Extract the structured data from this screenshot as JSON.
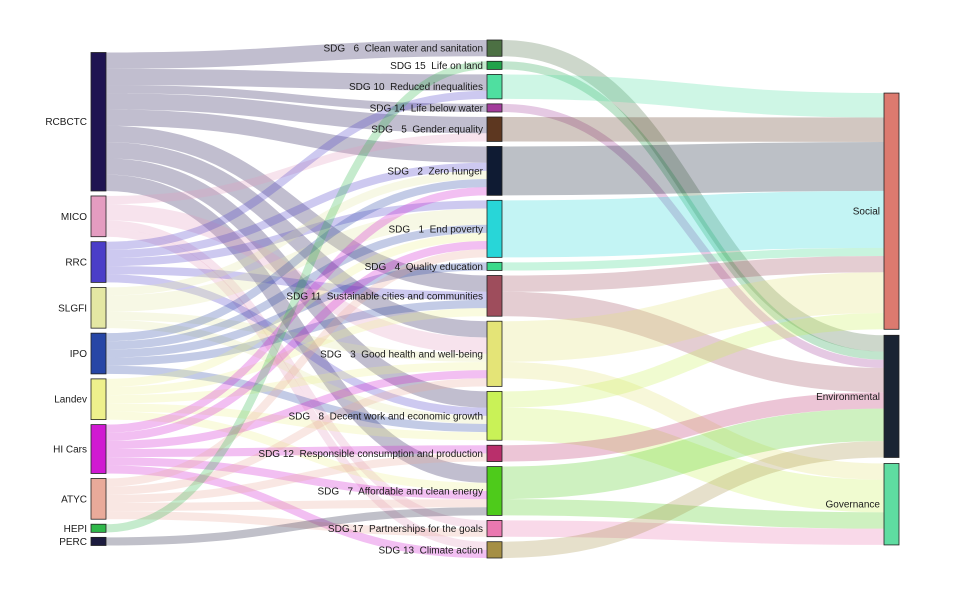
{
  "chart_data": {
    "type": "sankey",
    "title": "",
    "columns": [
      [
        "RCBCTC",
        "MICO",
        "RRC",
        "SLGFI",
        "IPO",
        "Landev",
        "HI Cars",
        "ATYC",
        "HEPI",
        "PERC"
      ],
      [
        "SDG 6",
        "SDG 15",
        "SDG 10",
        "SDG 14",
        "SDG 5",
        "SDG 2",
        "SDG 1",
        "SDG 4",
        "SDG 11",
        "SDG 3",
        "SDG 8",
        "SDG 12",
        "SDG 7",
        "SDG 17",
        "SDG 13"
      ],
      [
        "Social",
        "Environmental",
        "Governance"
      ]
    ],
    "nodes": [
      {
        "id": "RCBCTC",
        "label": "RCBCTC",
        "color": "#1f1451"
      },
      {
        "id": "MICO",
        "label": "MICO",
        "color": "#e49cc0"
      },
      {
        "id": "RRC",
        "label": "RRC",
        "color": "#4b3ec8"
      },
      {
        "id": "SLGFI",
        "label": "SLGFI",
        "color": "#e4e7a3"
      },
      {
        "id": "IPO",
        "label": "IPO",
        "color": "#2746a6"
      },
      {
        "id": "Landev",
        "label": "Landev",
        "color": "#eef08c"
      },
      {
        "id": "HI Cars",
        "label": "HI Cars",
        "color": "#d019d2"
      },
      {
        "id": "ATYC",
        "label": "ATYC",
        "color": "#e9aa9a"
      },
      {
        "id": "HEPI",
        "label": "HEPI",
        "color": "#2fb84a"
      },
      {
        "id": "PERC",
        "label": "PERC",
        "color": "#1c1b3e"
      },
      {
        "id": "SDG 6",
        "label": "SDG   6  Clean water and sanitation",
        "color": "#4c7043"
      },
      {
        "id": "SDG 15",
        "label": "SDG 15  Life on land",
        "color": "#22a24a"
      },
      {
        "id": "SDG 10",
        "label": "SDG 10  Reduced inequalities",
        "color": "#4fdfa0"
      },
      {
        "id": "SDG 14",
        "label": "SDG 14  Life below water",
        "color": "#a23c9b"
      },
      {
        "id": "SDG 5",
        "label": "SDG   5  Gender equality",
        "color": "#5d3720"
      },
      {
        "id": "SDG 2",
        "label": "SDG   2  Zero hunger",
        "color": "#0f1b33"
      },
      {
        "id": "SDG 1",
        "label": "SDG   1  End poverty",
        "color": "#28d6d8"
      },
      {
        "id": "SDG 4",
        "label": "SDG   4  Quality education",
        "color": "#3ad98a"
      },
      {
        "id": "SDG 11",
        "label": "SDG 11  Sustainable cities and communities",
        "color": "#9e4d5c"
      },
      {
        "id": "SDG 3",
        "label": "SDG   3  Good health and well-being",
        "color": "#e4e477"
      },
      {
        "id": "SDG 8",
        "label": "SDG   8  Decent work and economic growth",
        "color": "#c9f257"
      },
      {
        "id": "SDG 12",
        "label": "SDG 12  Responsible consumption and production",
        "color": "#b92f6b"
      },
      {
        "id": "SDG 7",
        "label": "SDG   7  Affordable and clean energy",
        "color": "#4ecb1b"
      },
      {
        "id": "SDG 17",
        "label": "SDG 17  Partnerships for the goals",
        "color": "#ea78b0"
      },
      {
        "id": "SDG 13",
        "label": "SDG 13  Climate action",
        "color": "#a58f45"
      },
      {
        "id": "Social",
        "label": "Social",
        "color": "#dc7a6f"
      },
      {
        "id": "Environmental",
        "label": "Environmental",
        "color": "#1a2433"
      },
      {
        "id": "Governance",
        "label": "Governance",
        "color": "#5fdca1"
      }
    ],
    "links": [
      {
        "source": "RCBCTC",
        "target": "SDG 6",
        "value": 2
      },
      {
        "source": "RCBCTC",
        "target": "SDG 10",
        "value": 2
      },
      {
        "source": "RCBCTC",
        "target": "SDG 14",
        "value": 1
      },
      {
        "source": "RCBCTC",
        "target": "SDG 5",
        "value": 2
      },
      {
        "source": "RCBCTC",
        "target": "SDG 2",
        "value": 2
      },
      {
        "source": "RCBCTC",
        "target": "SDG 11",
        "value": 2
      },
      {
        "source": "RCBCTC",
        "target": "SDG 3",
        "value": 2
      },
      {
        "source": "RCBCTC",
        "target": "SDG 8",
        "value": 2
      },
      {
        "source": "RCBCTC",
        "target": "SDG 7",
        "value": 2
      },
      {
        "source": "MICO",
        "target": "SDG 5",
        "value": 1
      },
      {
        "source": "MICO",
        "target": "SDG 3",
        "value": 2
      },
      {
        "source": "MICO",
        "target": "SDG 17",
        "value": 1
      },
      {
        "source": "MICO",
        "target": "SDG 13",
        "value": 1
      },
      {
        "source": "RRC",
        "target": "SDG 10",
        "value": 1
      },
      {
        "source": "RRC",
        "target": "SDG 2",
        "value": 1
      },
      {
        "source": "RRC",
        "target": "SDG 1",
        "value": 1
      },
      {
        "source": "RRC",
        "target": "SDG 11",
        "value": 1
      },
      {
        "source": "RRC",
        "target": "SDG 8",
        "value": 1
      },
      {
        "source": "SLGFI",
        "target": "SDG 2",
        "value": 1
      },
      {
        "source": "SLGFI",
        "target": "SDG 1",
        "value": 2
      },
      {
        "source": "SLGFI",
        "target": "SDG 3",
        "value": 1
      },
      {
        "source": "SLGFI",
        "target": "SDG 8",
        "value": 1
      },
      {
        "source": "IPO",
        "target": "SDG 2",
        "value": 1
      },
      {
        "source": "IPO",
        "target": "SDG 1",
        "value": 1
      },
      {
        "source": "IPO",
        "target": "SDG 4",
        "value": 1
      },
      {
        "source": "IPO",
        "target": "SDG 11",
        "value": 1
      },
      {
        "source": "IPO",
        "target": "SDG 8",
        "value": 1
      },
      {
        "source": "Landev",
        "target": "SDG 1",
        "value": 1
      },
      {
        "source": "Landev",
        "target": "SDG 11",
        "value": 1
      },
      {
        "source": "Landev",
        "target": "SDG 3",
        "value": 1
      },
      {
        "source": "Landev",
        "target": "SDG 8",
        "value": 1
      },
      {
        "source": "Landev",
        "target": "SDG 7",
        "value": 1
      },
      {
        "source": "HI Cars",
        "target": "SDG 2",
        "value": 1
      },
      {
        "source": "HI Cars",
        "target": "SDG 1",
        "value": 1
      },
      {
        "source": "HI Cars",
        "target": "SDG 3",
        "value": 1
      },
      {
        "source": "HI Cars",
        "target": "SDG 12",
        "value": 1
      },
      {
        "source": "HI Cars",
        "target": "SDG 7",
        "value": 1
      },
      {
        "source": "HI Cars",
        "target": "SDG 13",
        "value": 1
      },
      {
        "source": "ATYC",
        "target": "SDG 1",
        "value": 1
      },
      {
        "source": "ATYC",
        "target": "SDG 3",
        "value": 1
      },
      {
        "source": "ATYC",
        "target": "SDG 12",
        "value": 1
      },
      {
        "source": "ATYC",
        "target": "SDG 7",
        "value": 1
      },
      {
        "source": "ATYC",
        "target": "SDG 17",
        "value": 1
      },
      {
        "source": "HEPI",
        "target": "SDG 15",
        "value": 1
      },
      {
        "source": "PERC",
        "target": "SDG 7",
        "value": 1
      },
      {
        "source": "SDG 6",
        "target": "Environmental",
        "value": 2
      },
      {
        "source": "SDG 15",
        "target": "Environmental",
        "value": 1
      },
      {
        "source": "SDG 10",
        "target": "Social",
        "value": 3
      },
      {
        "source": "SDG 14",
        "target": "Environmental",
        "value": 1
      },
      {
        "source": "SDG 5",
        "target": "Social",
        "value": 3
      },
      {
        "source": "SDG 2",
        "target": "Social",
        "value": 6
      },
      {
        "source": "SDG 1",
        "target": "Social",
        "value": 7
      },
      {
        "source": "SDG 4",
        "target": "Social",
        "value": 1
      },
      {
        "source": "SDG 11",
        "target": "Environmental",
        "value": 3
      },
      {
        "source": "SDG 11",
        "target": "Social",
        "value": 2
      },
      {
        "source": "SDG 3",
        "target": "Social",
        "value": 5
      },
      {
        "source": "SDG 3",
        "target": "Governance",
        "value": 2
      },
      {
        "source": "SDG 8",
        "target": "Governance",
        "value": 4
      },
      {
        "source": "SDG 8",
        "target": "Social",
        "value": 2
      },
      {
        "source": "SDG 12",
        "target": "Environmental",
        "value": 2
      },
      {
        "source": "SDG 7",
        "target": "Environmental",
        "value": 4
      },
      {
        "source": "SDG 7",
        "target": "Governance",
        "value": 2
      },
      {
        "source": "SDG 17",
        "target": "Governance",
        "value": 2
      },
      {
        "source": "SDG 13",
        "target": "Environmental",
        "value": 2
      }
    ]
  }
}
